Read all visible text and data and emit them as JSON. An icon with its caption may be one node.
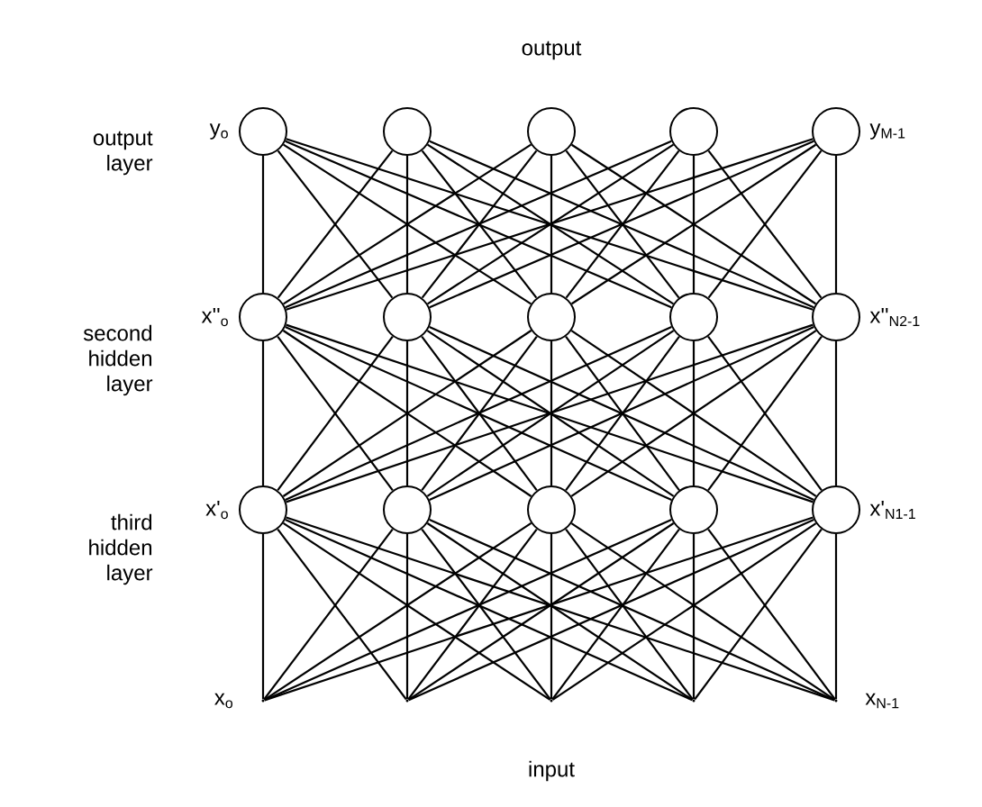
{
  "diagram": {
    "nodes": [
      {
        "text": [],
        "shape": "circle",
        "beside": [
          "y$_{o}$"
        ]
      },
      {
        "text": [],
        "shape": "circle"
      },
      {
        "text": [],
        "shape": "circle"
      },
      {
        "text": [],
        "shape": "circle"
      },
      {
        "text": [],
        "shape": "circle",
        "beside": [
          "y$_{M-1}$"
        ]
      },
      {
        "text": [],
        "shape": "circle",
        "beside": [
          "x''$_{o}$"
        ]
      },
      {
        "text": [],
        "shape": "circle"
      },
      {
        "text": [],
        "shape": "circle"
      },
      {
        "text": [],
        "shape": "circle"
      },
      {
        "text": [],
        "shape": "circle",
        "beside": [
          "x''$_{N2-1}$"
        ]
      },
      {
        "text": [],
        "shape": "circle",
        "beside": [
          "x'$_{o}$"
        ]
      },
      {
        "text": [],
        "shape": "circle"
      },
      {
        "text": [],
        "shape": "circle"
      },
      {
        "text": [],
        "shape": "circle"
      },
      {
        "text": [],
        "shape": "circle",
        "beside": [
          "x'$_{N1-1}$"
        ]
      },
      {
        "text": [],
        "shape": "point",
        "beside": [
          "x$_{o}$"
        ]
      },
      {
        "text": [],
        "shape": "point"
      },
      {
        "text": [],
        "shape": "point"
      },
      {
        "text": [],
        "shape": "point"
      },
      {
        "text": [],
        "shape": "point",
        "beside": [
          "x$_{N-1}$"
        ]
      }
    ],
    "edges": [
      {
        "from": 0,
        "to": 5,
        "arrow": "none"
      },
      {
        "from": 0,
        "to": 6,
        "arrow": "none"
      },
      {
        "from": 0,
        "to": 7,
        "arrow": "none"
      },
      {
        "from": 0,
        "to": 8,
        "arrow": "none"
      },
      {
        "from": 0,
        "to": 9,
        "arrow": "none"
      },
      {
        "from": 1,
        "to": 5,
        "arrow": "none"
      },
      {
        "from": 1,
        "to": 6,
        "arrow": "none"
      },
      {
        "from": 1,
        "to": 7,
        "arrow": "none"
      },
      {
        "from": 1,
        "to": 8,
        "arrow": "none"
      },
      {
        "from": 1,
        "to": 9,
        "arrow": "none"
      },
      {
        "from": 2,
        "to": 5,
        "arrow": "none"
      },
      {
        "from": 2,
        "to": 6,
        "arrow": "none"
      },
      {
        "from": 2,
        "to": 7,
        "arrow": "none"
      },
      {
        "from": 2,
        "to": 8,
        "arrow": "none"
      },
      {
        "from": 2,
        "to": 9,
        "arrow": "none"
      },
      {
        "from": 3,
        "to": 5,
        "arrow": "none"
      },
      {
        "from": 3,
        "to": 6,
        "arrow": "none"
      },
      {
        "from": 3,
        "to": 7,
        "arrow": "none"
      },
      {
        "from": 3,
        "to": 8,
        "arrow": "none"
      },
      {
        "from": 3,
        "to": 9,
        "arrow": "none"
      },
      {
        "from": 4,
        "to": 5,
        "arrow": "none"
      },
      {
        "from": 4,
        "to": 6,
        "arrow": "none"
      },
      {
        "from": 4,
        "to": 7,
        "arrow": "none"
      },
      {
        "from": 4,
        "to": 8,
        "arrow": "none"
      },
      {
        "from": 4,
        "to": 9,
        "arrow": "none"
      },
      {
        "from": 5,
        "to": 10,
        "arrow": "none"
      },
      {
        "from": 5,
        "to": 11,
        "arrow": "none"
      },
      {
        "from": 5,
        "to": 12,
        "arrow": "none"
      },
      {
        "from": 5,
        "to": 13,
        "arrow": "none"
      },
      {
        "from": 5,
        "to": 14,
        "arrow": "none"
      },
      {
        "from": 6,
        "to": 10,
        "arrow": "none"
      },
      {
        "from": 6,
        "to": 11,
        "arrow": "none"
      },
      {
        "from": 6,
        "to": 12,
        "arrow": "none"
      },
      {
        "from": 6,
        "to": 13,
        "arrow": "none"
      },
      {
        "from": 6,
        "to": 14,
        "arrow": "none"
      },
      {
        "from": 7,
        "to": 10,
        "arrow": "none"
      },
      {
        "from": 7,
        "to": 11,
        "arrow": "none"
      },
      {
        "from": 7,
        "to": 12,
        "arrow": "none"
      },
      {
        "from": 7,
        "to": 13,
        "arrow": "none"
      },
      {
        "from": 7,
        "to": 14,
        "arrow": "none"
      },
      {
        "from": 8,
        "to": 10,
        "arrow": "none"
      },
      {
        "from": 8,
        "to": 11,
        "arrow": "none"
      },
      {
        "from": 8,
        "to": 12,
        "arrow": "none"
      },
      {
        "from": 8,
        "to": 13,
        "arrow": "none"
      },
      {
        "from": 8,
        "to": 14,
        "arrow": "none"
      },
      {
        "from": 9,
        "to": 10,
        "arrow": "none"
      },
      {
        "from": 9,
        "to": 11,
        "arrow": "none"
      },
      {
        "from": 9,
        "to": 12,
        "arrow": "none"
      },
      {
        "from": 9,
        "to": 13,
        "arrow": "none"
      },
      {
        "from": 9,
        "to": 14,
        "arrow": "none"
      },
      {
        "from": 10,
        "to": 15,
        "arrow": "none"
      },
      {
        "from": 10,
        "to": 16,
        "arrow": "none"
      },
      {
        "from": 10,
        "to": 17,
        "arrow": "none"
      },
      {
        "from": 10,
        "to": 18,
        "arrow": "none"
      },
      {
        "from": 10,
        "to": 19,
        "arrow": "none"
      },
      {
        "from": 11,
        "to": 15,
        "arrow": "none"
      },
      {
        "from": 11,
        "to": 16,
        "arrow": "none"
      },
      {
        "from": 11,
        "to": 17,
        "arrow": "none"
      },
      {
        "from": 11,
        "to": 18,
        "arrow": "none"
      },
      {
        "from": 11,
        "to": 19,
        "arrow": "none"
      },
      {
        "from": 12,
        "to": 15,
        "arrow": "none"
      },
      {
        "from": 12,
        "to": 16,
        "arrow": "none"
      },
      {
        "from": 12,
        "to": 17,
        "arrow": "none"
      },
      {
        "from": 12,
        "to": 18,
        "arrow": "none"
      },
      {
        "from": 12,
        "to": 19,
        "arrow": "none"
      },
      {
        "from": 13,
        "to": 15,
        "arrow": "none"
      },
      {
        "from": 13,
        "to": 16,
        "arrow": "none"
      },
      {
        "from": 13,
        "to": 17,
        "arrow": "none"
      },
      {
        "from": 13,
        "to": 18,
        "arrow": "none"
      },
      {
        "from": 13,
        "to": 19,
        "arrow": "none"
      },
      {
        "from": 14,
        "to": 15,
        "arrow": "none"
      },
      {
        "from": 14,
        "to": 16,
        "arrow": "none"
      },
      {
        "from": 14,
        "to": 17,
        "arrow": "none"
      },
      {
        "from": 14,
        "to": 18,
        "arrow": "none"
      },
      {
        "from": 14,
        "to": 19,
        "arrow": "none"
      }
    ],
    "labels": [
      "output",
      "output layer",
      "second hidden layer",
      "third hidden layer",
      "input"
    ]
  }
}
